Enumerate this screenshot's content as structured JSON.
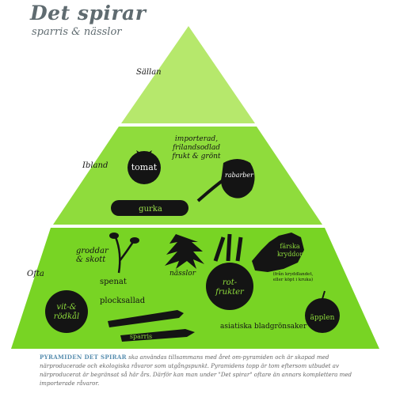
{
  "title": "Det spirar",
  "subtitle": "sparris & nässlor",
  "colors": {
    "top": "#b6e86c",
    "middle": "#8fdc3c",
    "bottom": "#78d424",
    "ink": "#141414",
    "caption_head": "#5a8fb0"
  },
  "levels": {
    "rarely": "Sällan",
    "sometimes": "Ibland",
    "often": "Ofta"
  },
  "middle": {
    "imported": [
      "importerad,",
      "frilandsodlad",
      "frukt & grönt"
    ],
    "tomato": "tomat",
    "rhubarb": "rabarber",
    "cucumber": "gurka"
  },
  "bottom": {
    "sprouts": [
      "groddar",
      "& skott"
    ],
    "nettles": "nässlor",
    "roots": [
      "rot-",
      "frukter"
    ],
    "herbs": [
      "färska",
      "kryddor"
    ],
    "herbs_note": [
      "(från kryddlandet,",
      "eller köpt i kruka)"
    ],
    "spinach": "spenat",
    "purslane": "plocksallad",
    "cabbage": [
      "vit-&",
      "rödkål"
    ],
    "asparagus": "sparris",
    "asian_greens": "asiatiska bladgrönsaker",
    "apples": "äpplen"
  },
  "caption": {
    "head": "PYRAMIDEN DET SPIRAR",
    "body": " ska användas tillsammans med året om-pyramiden och är skapad med närproducerade och ekologiska råvaror som utgångspunkt. Pyramidens topp är tom eftersom utbudet av närproducerat är begränsat så här års. Därför kan man under \"Det spirar\" oftare än annars komplettera med importerade råvaror."
  }
}
